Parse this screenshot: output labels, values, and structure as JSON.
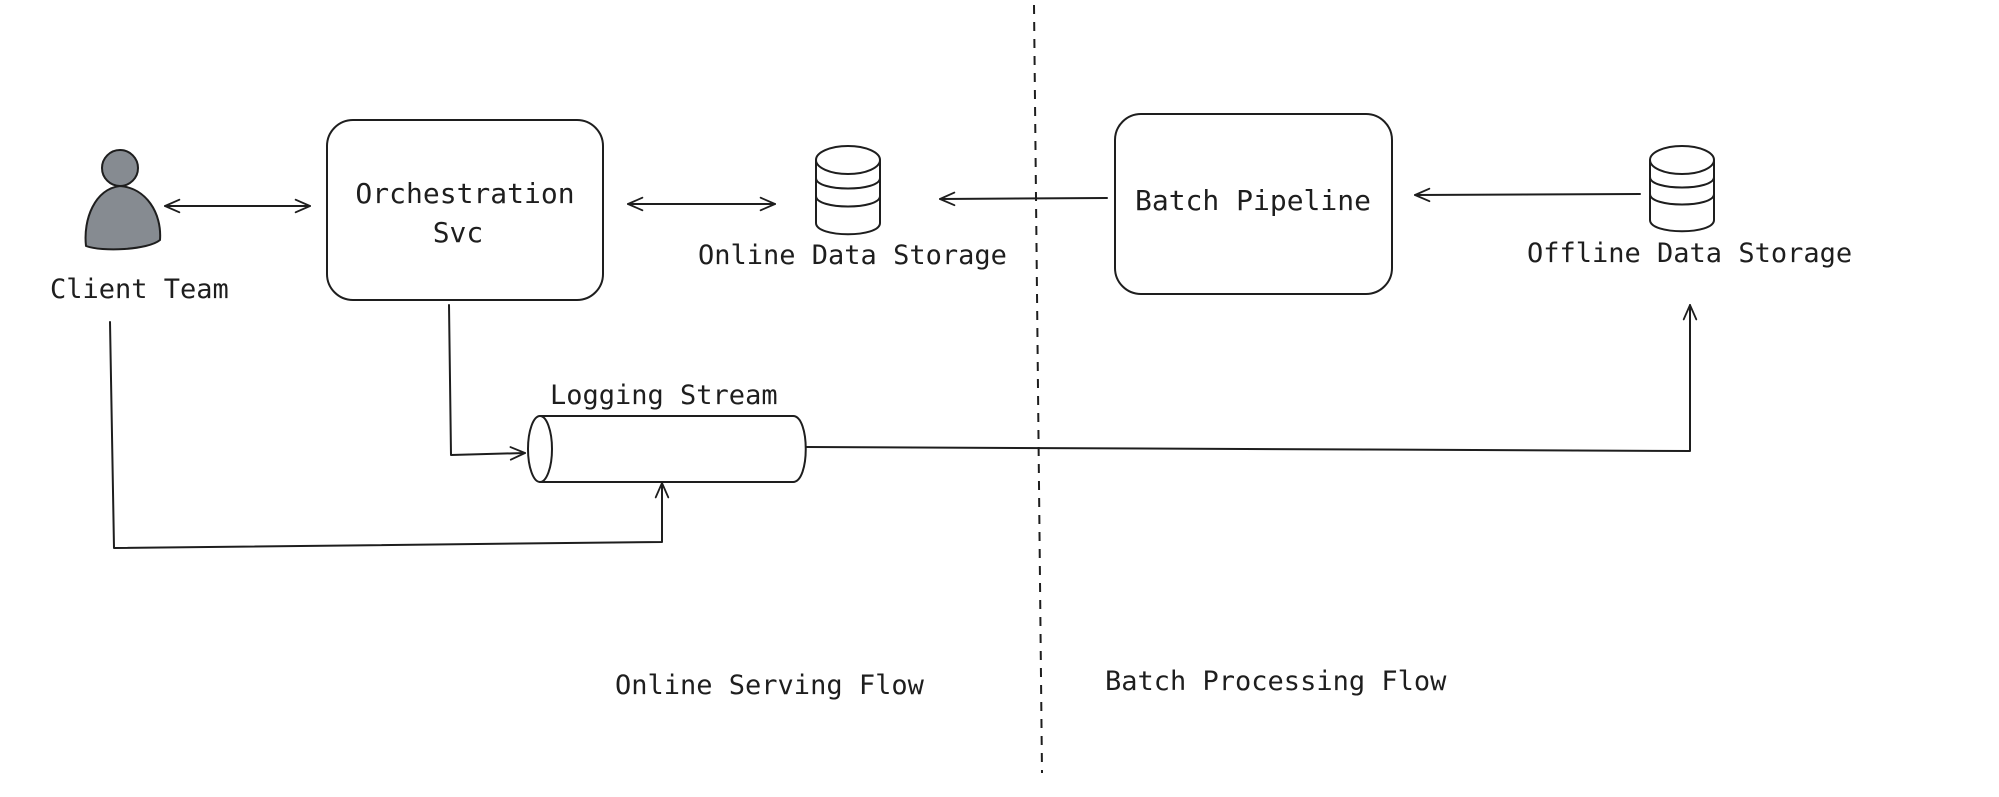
{
  "nodes": {
    "client_team": {
      "label": "Client Team"
    },
    "orchestration": {
      "label_line1": "Orchestration",
      "label_line2": "Svc"
    },
    "online_storage": {
      "label": "Online Data Storage"
    },
    "batch_pipeline": {
      "label": "Batch Pipeline"
    },
    "offline_storage": {
      "label": "Offline Data Storage"
    },
    "logging_stream": {
      "label": "Logging Stream"
    }
  },
  "regions": {
    "online": {
      "label": "Online Serving Flow"
    },
    "batch": {
      "label": "Batch Processing Flow"
    }
  },
  "colors": {
    "stroke": "#1e1e1e",
    "person_fill": "#868b91",
    "background": "#ffffff"
  }
}
